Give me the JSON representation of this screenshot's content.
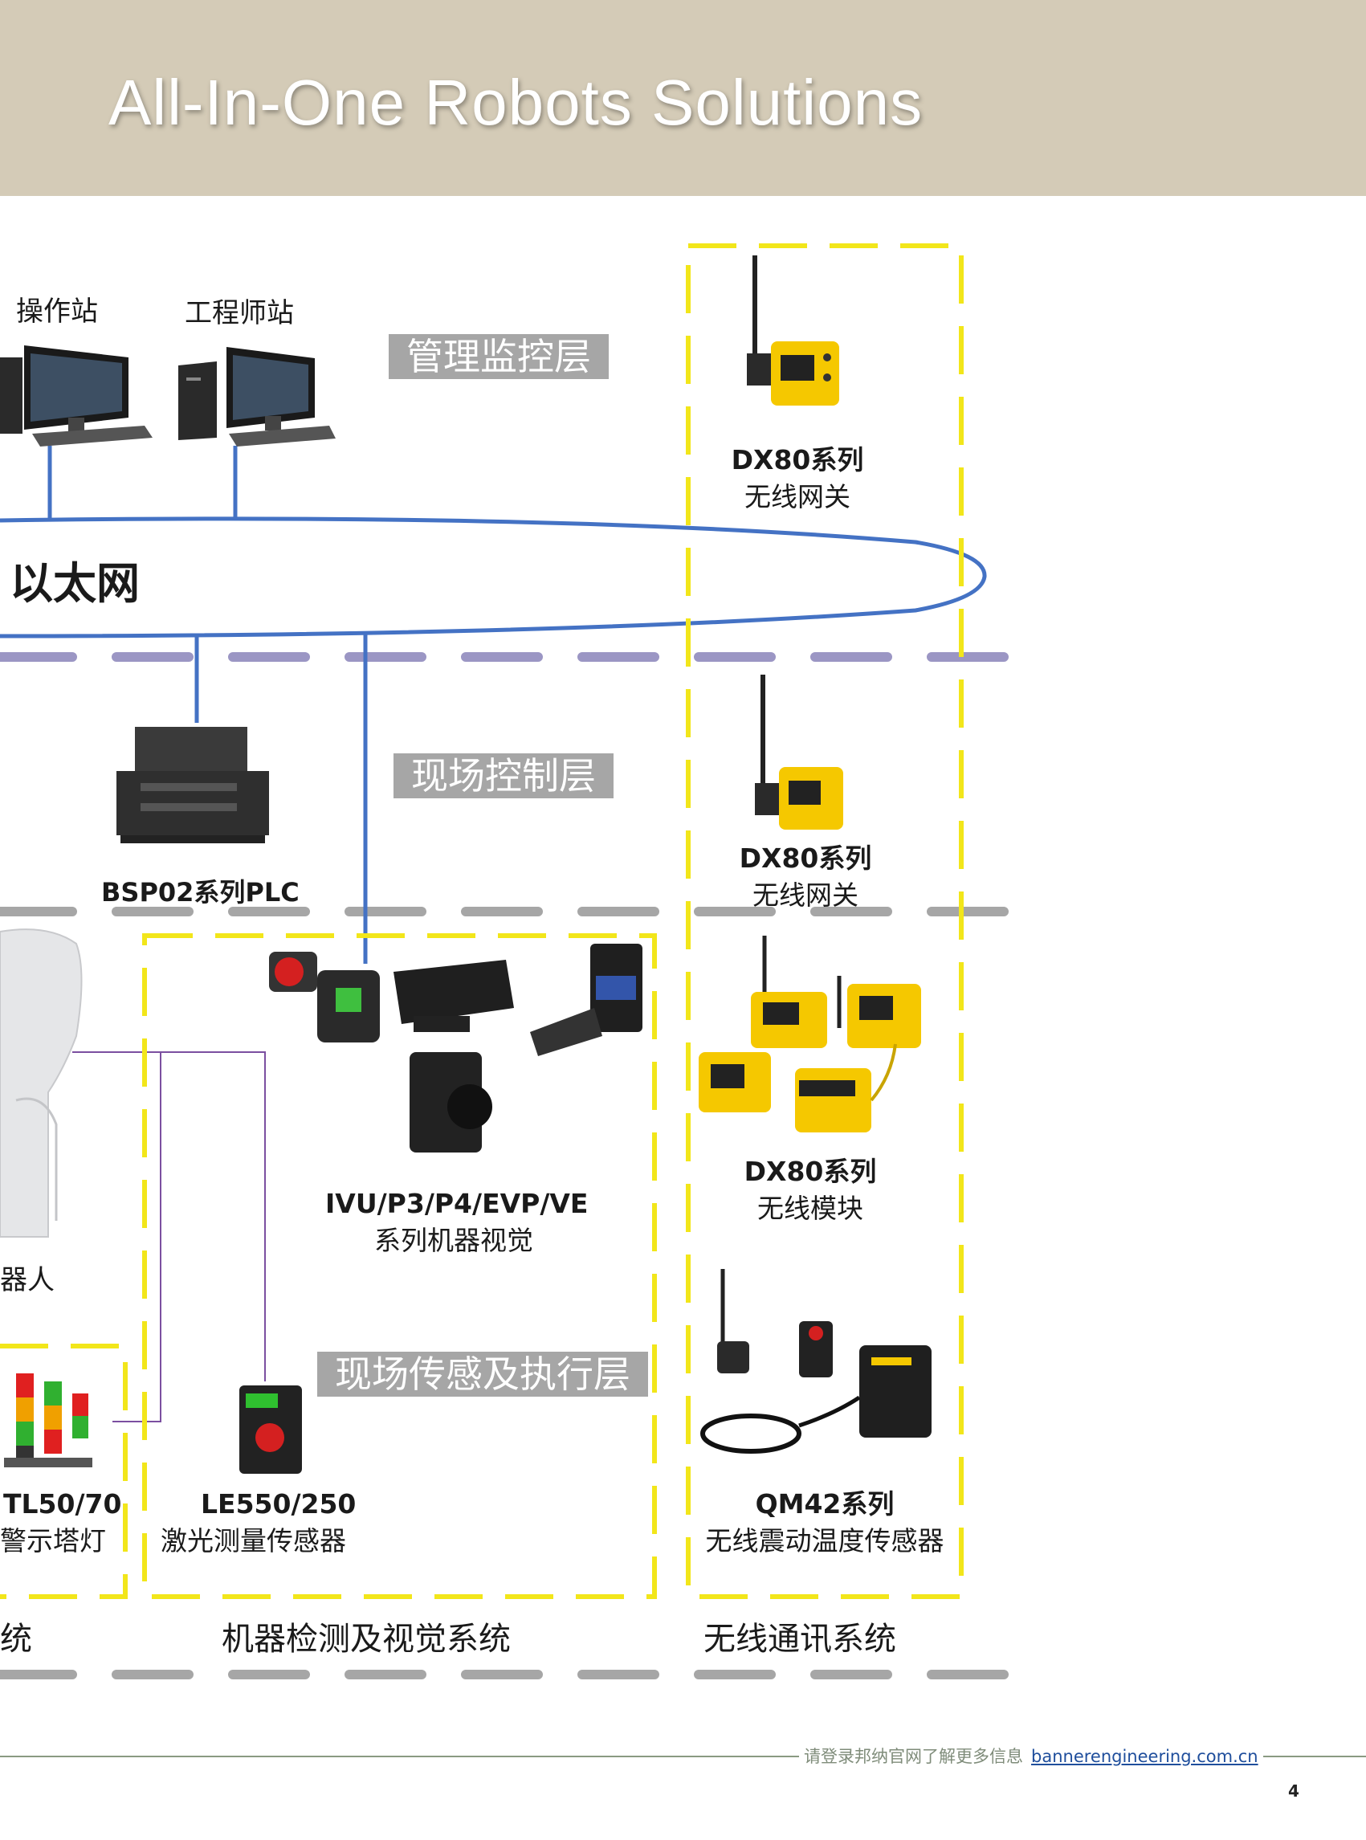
{
  "header": {
    "title": "All-In-One Robots Solutions"
  },
  "layers": {
    "management": "管理监控层",
    "field_control": "现场控制层",
    "field_sensing": "现场传感及执行层"
  },
  "network": {
    "ethernet": "以太网"
  },
  "stations": {
    "operator": "操作站",
    "engineer": "工程师站"
  },
  "devices": {
    "plc": "BSP02系列PLC",
    "dx80_top": {
      "line1": "DX80系列",
      "line2": "无线网关"
    },
    "dx80_mid": {
      "line1": "DX80系列",
      "line2": "无线网关"
    },
    "dx80_module": {
      "line1": "DX80系列",
      "line2": "无线模块"
    },
    "vision": {
      "line1": "IVU/P3/P4/EVP/VE",
      "line2": "系列机器视觉"
    },
    "robot_partial": "器人",
    "tower_light": {
      "line1": "TL50/70",
      "line2": "警示塔灯"
    },
    "laser": {
      "line1": "LE550/250",
      "line2": "激光测量传感器"
    },
    "qm42": {
      "line1": "QM42系列",
      "line2": "无线震动温度传感器"
    }
  },
  "systems": {
    "partial": "统",
    "machine_vision": "机器检测及视觉系统",
    "wireless": "无线通讯系统"
  },
  "footer": {
    "text": "请登录邦纳官网了解更多信息",
    "link": "bannerengineering.com.cn",
    "page": "4"
  },
  "colors": {
    "header_bg": "#d4cbb7",
    "yellow_dash": "#f2e61a",
    "layer_dash": "#9b96c4",
    "network_blue": "#4472c4",
    "layer_label_bg": "#a6a6a6",
    "device_yellow": "#f5c800"
  }
}
